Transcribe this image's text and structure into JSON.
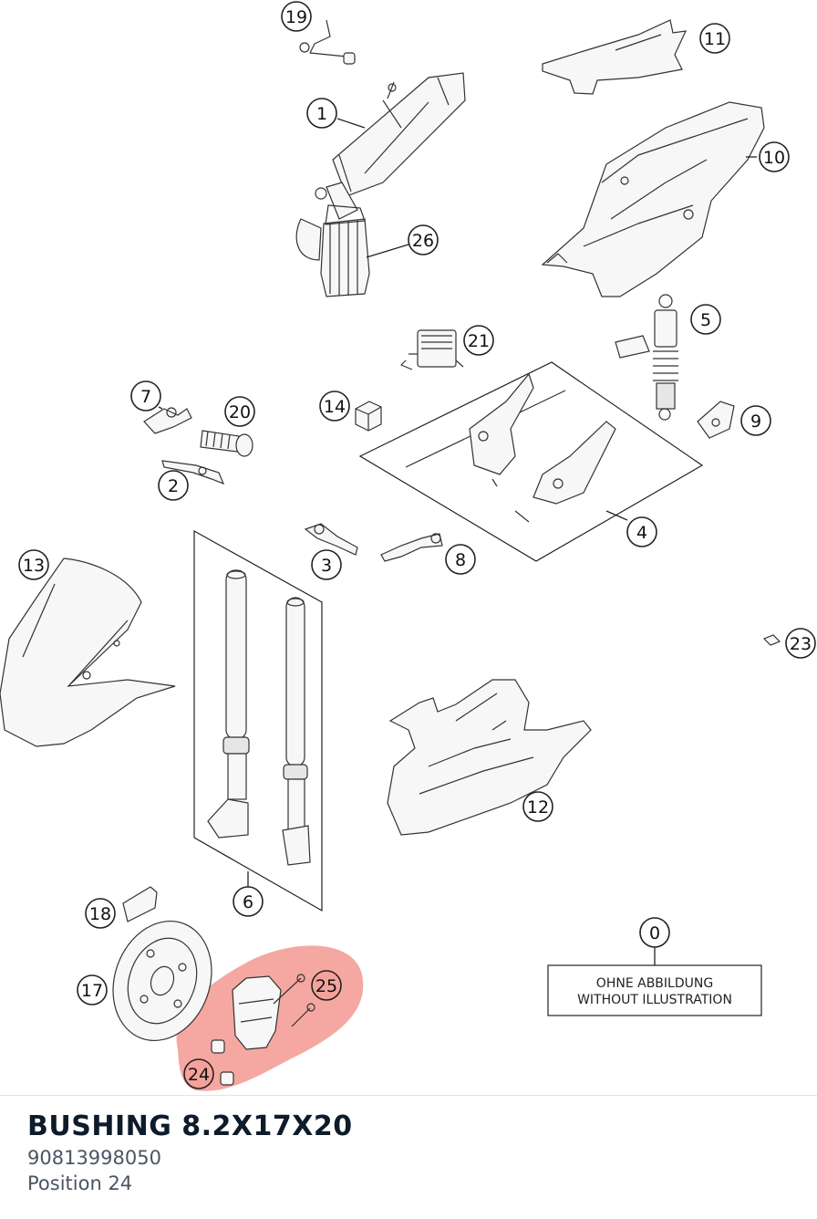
{
  "diagram": {
    "callouts": [
      "19",
      "11",
      "1",
      "10",
      "26",
      "5",
      "21",
      "14",
      "7",
      "20",
      "9",
      "2",
      "4",
      "3",
      "8",
      "13",
      "23",
      "12",
      "6",
      "18",
      "0",
      "25",
      "17",
      "24"
    ],
    "note_box": {
      "line1": "OHNE ABBILDUNG",
      "line2": "WITHOUT ILLUSTRATION"
    },
    "highlight": {
      "positions": [
        "24",
        "25"
      ],
      "color": "#f08080"
    }
  },
  "footer": {
    "title": "BUSHING 8.2X17X20",
    "part_number": "90813998050",
    "position": "Position 24"
  }
}
